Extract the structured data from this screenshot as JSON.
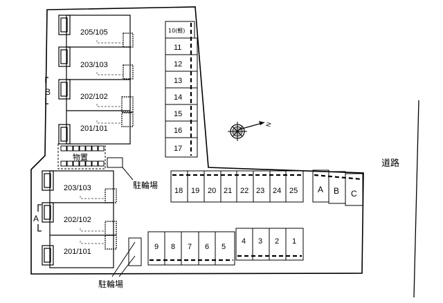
{
  "road_label": "道路",
  "storage_label": "物置",
  "bike_parking_label": "駐輪場",
  "building_b": {
    "label": "B",
    "units": [
      "205/105",
      "203/103",
      "202/102",
      "201/101"
    ]
  },
  "building_a": {
    "label": "A",
    "units": [
      "203/103",
      "202/102",
      "201/101"
    ]
  },
  "parking_vertical": [
    "10(軽)",
    "11",
    "12",
    "13",
    "14",
    "15",
    "16",
    "17"
  ],
  "parking_row_upper": [
    "18",
    "19",
    "20",
    "21",
    "22",
    "23",
    "24",
    "25"
  ],
  "parking_row_lower_left": [
    "9",
    "8",
    "7",
    "6",
    "5"
  ],
  "parking_row_lower_right": [
    "4",
    "3",
    "2",
    "1"
  ],
  "parking_lettered": [
    "A",
    "B",
    "C"
  ],
  "compass_label": "N"
}
